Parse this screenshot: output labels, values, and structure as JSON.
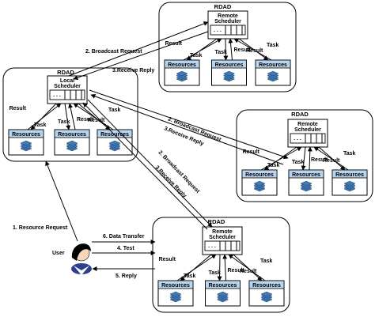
{
  "nodes": {
    "rdad_label": "RDAD",
    "local_scheduler": "Local Scheduler",
    "remote_scheduler": "Remote Scheduler",
    "resources": "Resources",
    "result": "Result",
    "task": "Task",
    "queue_dots": ". . ."
  },
  "messages": {
    "broadcast_request": "2. Broadcast Request",
    "receive_reply": "3.Receive Reply",
    "resource_request": "1. Resource Request",
    "data_transfer": "6. Data Transfer",
    "test": "4. Test",
    "reply": "5. Reply"
  },
  "user": {
    "label": "User"
  },
  "colors": {
    "resource_header": "#b9d4ee",
    "stack_icon": "#3f79b6"
  }
}
